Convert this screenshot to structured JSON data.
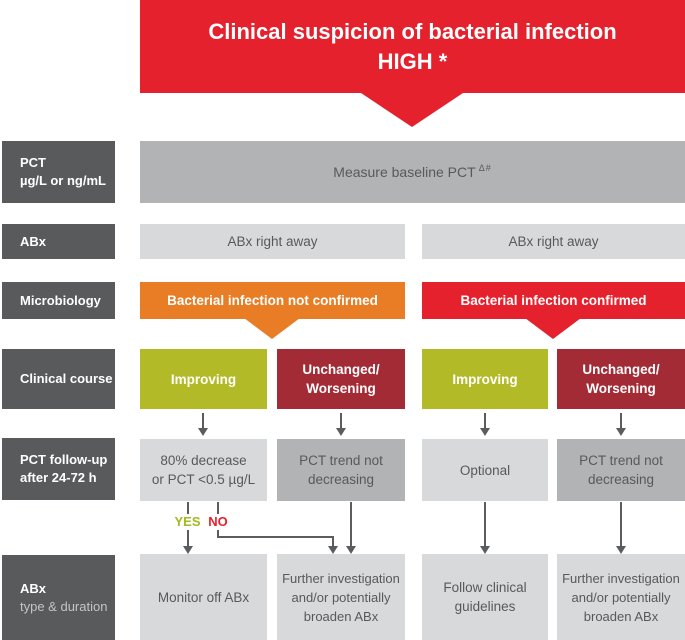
{
  "colors": {
    "red": "#e4212c",
    "orange": "#e97d26",
    "green": "#b2bb27",
    "dark_red": "#a32b36",
    "dark_gray": "#595a5c",
    "mid_gray": "#b2b3b5",
    "light_gray": "#d8d9da",
    "text_gray": "#58595b",
    "yes_green": "#a4ba1f"
  },
  "banner": {
    "line1": "Clinical suspicion of bacterial infection",
    "line2": "HIGH *"
  },
  "row_labels": {
    "pct": {
      "line1": "PCT",
      "line2": "µg/L or ng/mL"
    },
    "abx": {
      "line1": "ABx"
    },
    "microbiology": {
      "line1": "Microbiology"
    },
    "clinical_course": {
      "line1": "Clinical course"
    },
    "pct_followup": {
      "line1": "PCT follow-up",
      "line2": "after 24-72 h"
    },
    "abx_type": {
      "line1": "ABx",
      "line2": "type & duration"
    }
  },
  "flow": {
    "measure_baseline": {
      "text": "Measure baseline PCT",
      "superscript": "Δ#"
    },
    "abx_right_away": "ABx right away",
    "not_confirmed": "Bacterial infection not confirmed",
    "confirmed": "Bacterial infection confirmed",
    "improving": "Improving",
    "unchanged": {
      "line1": "Unchanged/",
      "line2": "Worsening"
    },
    "decrease": {
      "line1": "80% decrease",
      "line2": "or PCT <0.5 µg/L"
    },
    "not_decreasing": {
      "line1": "PCT trend not",
      "line2": "decreasing"
    },
    "optional": "Optional",
    "yes": "YES",
    "no": "NO",
    "monitor": "Monitor off ABx",
    "further": {
      "line1": "Further investigation",
      "line2": "and/or potentially",
      "line3": "broaden ABx"
    },
    "follow": {
      "line1": "Follow clinical",
      "line2": "guidelines"
    }
  }
}
